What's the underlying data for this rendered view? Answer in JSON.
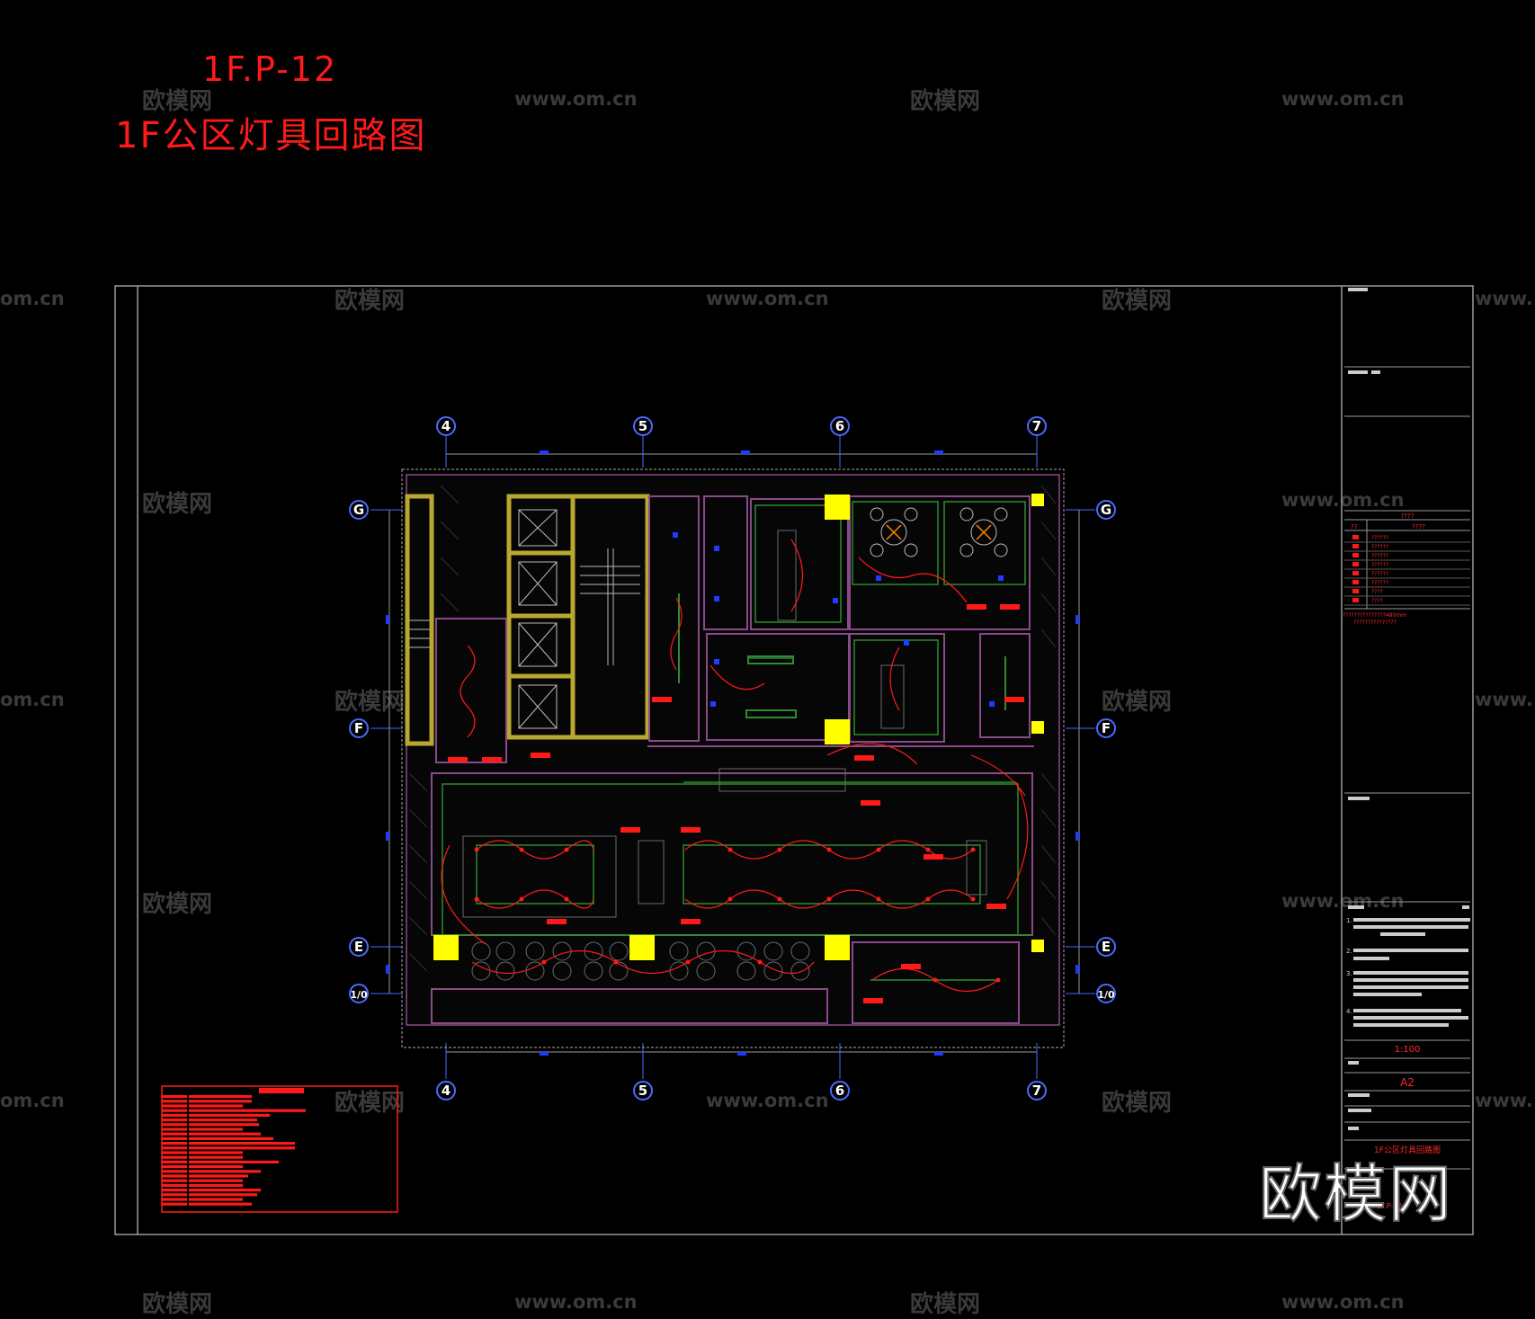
{
  "sheet": {
    "code": "1F.P-12",
    "title": "1F公区灯具回路图"
  },
  "watermark": {
    "cn": "欧模网",
    "url": "www.om.cn",
    "url_partial": "om.cn",
    "url_partial_left": "www.",
    "brand": "欧模网"
  },
  "grid": {
    "columns": [
      "4",
      "5",
      "6",
      "7"
    ],
    "rows": [
      "G",
      "F",
      "E",
      "1/0"
    ]
  },
  "title_block": {
    "legend_title": "????",
    "legend_col1": "??",
    "legend_col2": "????",
    "legend_items": [
      "??????",
      "??????",
      "??????",
      "??????",
      "??????",
      "??????",
      "????",
      "????"
    ],
    "legend_note1": "???????????????480mm",
    "legend_note2": "???????????????",
    "notes": [
      "1.",
      "2.",
      "3.",
      "4."
    ],
    "scale": "1:100",
    "paper": "A2",
    "drawing_name": "1F公区灯具回路图",
    "drawing_no": "1F.P-12"
  },
  "colors": {
    "red": "#ff1a1a",
    "yellow": "#ffff00",
    "olive": "#b8a830",
    "green": "#2e8b2e",
    "blue": "#1e3cff",
    "purple": "#8a4a8a",
    "grey": "#8a8a8a"
  }
}
